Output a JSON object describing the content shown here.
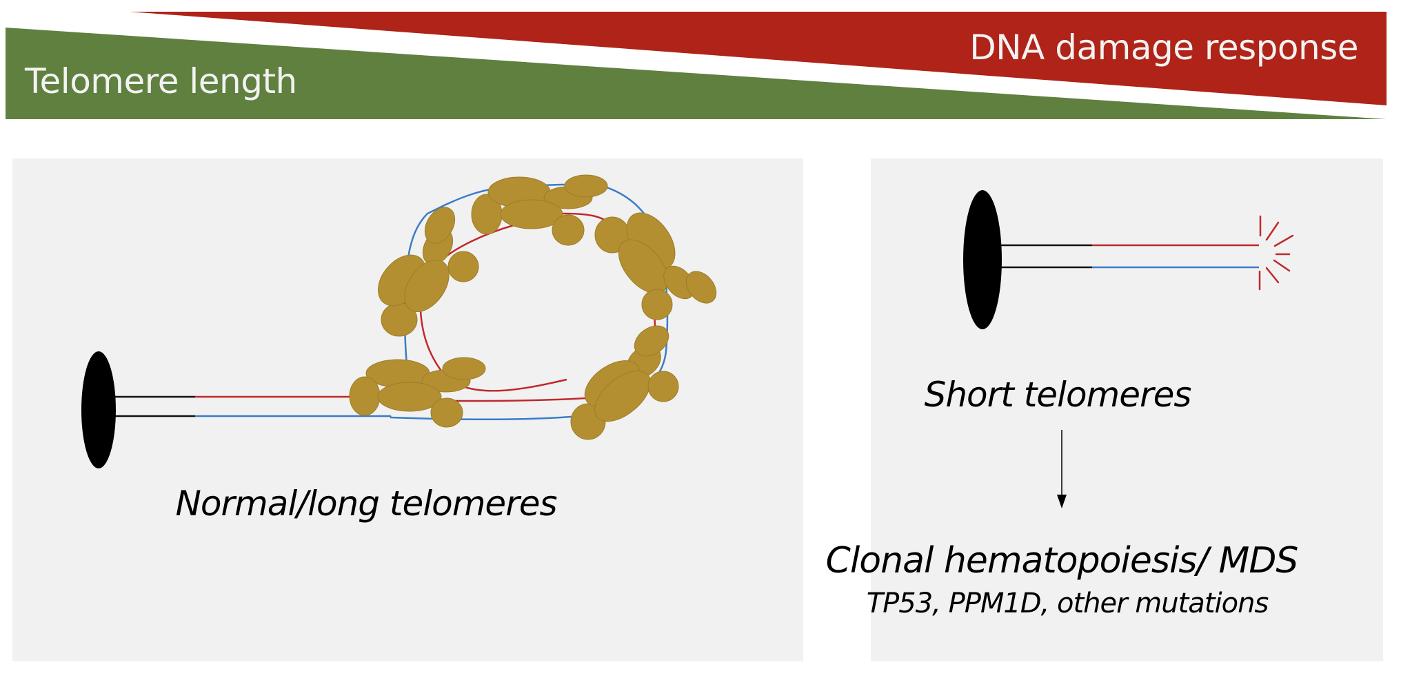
{
  "banner": {
    "left_label": "Telomere length",
    "right_label": "DNA damage response",
    "colors": {
      "telomere_length": "#5F803F",
      "dna_damage_response": "#AF2318"
    }
  },
  "left_panel": {
    "caption": "Normal/long telomeres",
    "colors": {
      "strand_top": "#C0282A",
      "strand_bottom": "#3A7CC8",
      "shelterin": "#B38F31",
      "centromere": "#000000"
    }
  },
  "right_panel": {
    "caption": "Short telomeres",
    "arrow": "down-arrow",
    "outcome_title": "Clonal hematopoiesis/ MDS",
    "outcome_subtitle": "TP53, PPM1D, other mutations"
  }
}
